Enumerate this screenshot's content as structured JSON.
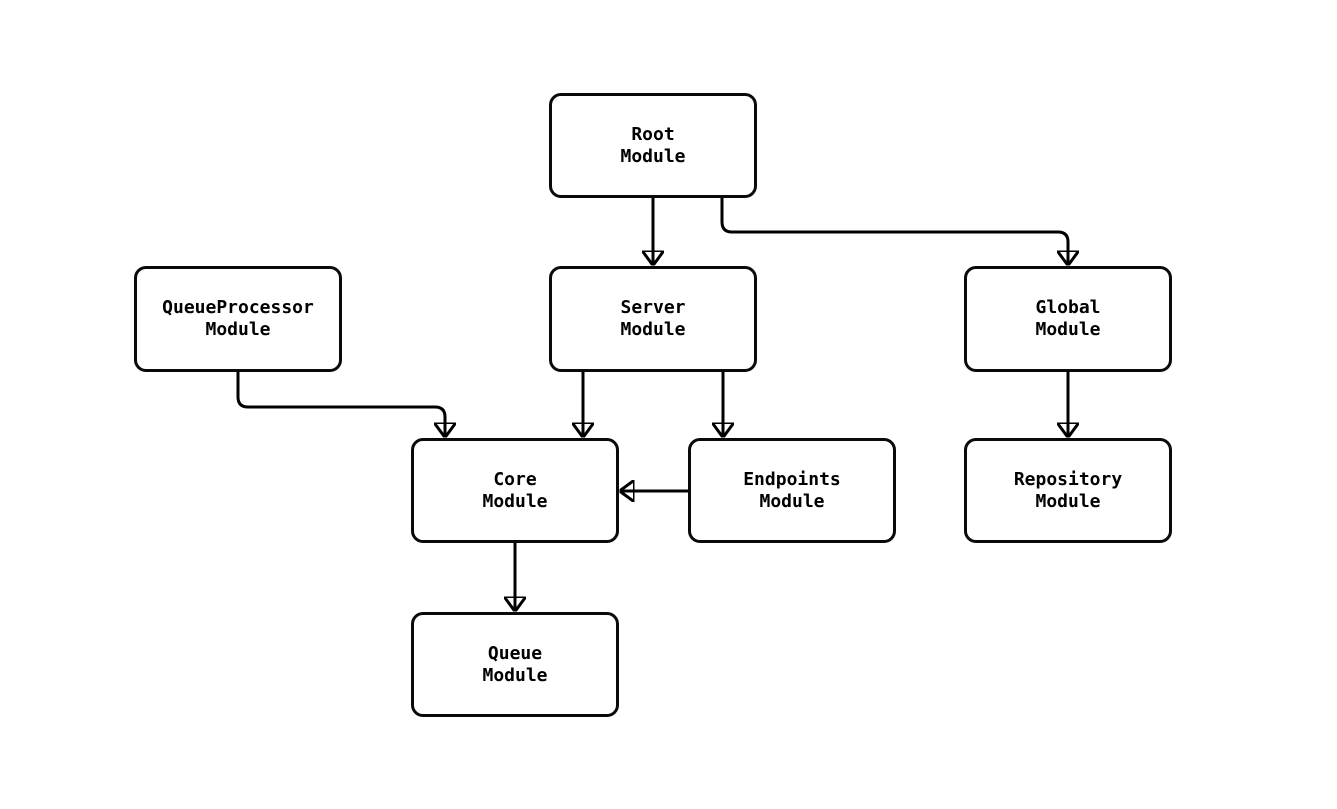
{
  "diagram": {
    "type": "flowchart",
    "background_color": "#ffffff",
    "node_fill_color": "#ffffff",
    "node_border_color": "#0a0a0a",
    "line_color": "#000000",
    "text_color": "#000000",
    "nodes": [
      {
        "id": "root",
        "line1": "Root",
        "line2": "Module"
      },
      {
        "id": "queueprocessor",
        "line1": "QueueProcessor",
        "line2": "Module"
      },
      {
        "id": "server",
        "line1": "Server",
        "line2": "Module"
      },
      {
        "id": "global",
        "line1": "Global",
        "line2": "Module"
      },
      {
        "id": "core",
        "line1": "Core",
        "line2": "Module"
      },
      {
        "id": "endpoints",
        "line1": "Endpoints",
        "line2": "Module"
      },
      {
        "id": "repository",
        "line1": "Repository",
        "line2": "Module"
      },
      {
        "id": "queue",
        "line1": "Queue",
        "line2": "Module"
      }
    ],
    "edges": [
      {
        "from": "Root Module",
        "to": "Server Module"
      },
      {
        "from": "Root Module",
        "to": "Global Module"
      },
      {
        "from": "QueueProcessor Module",
        "to": "Core Module"
      },
      {
        "from": "Server Module",
        "to": "Core Module"
      },
      {
        "from": "Server Module",
        "to": "Endpoints Module"
      },
      {
        "from": "Endpoints Module",
        "to": "Core Module"
      },
      {
        "from": "Global Module",
        "to": "Repository Module"
      },
      {
        "from": "Core Module",
        "to": "Queue Module"
      }
    ]
  }
}
